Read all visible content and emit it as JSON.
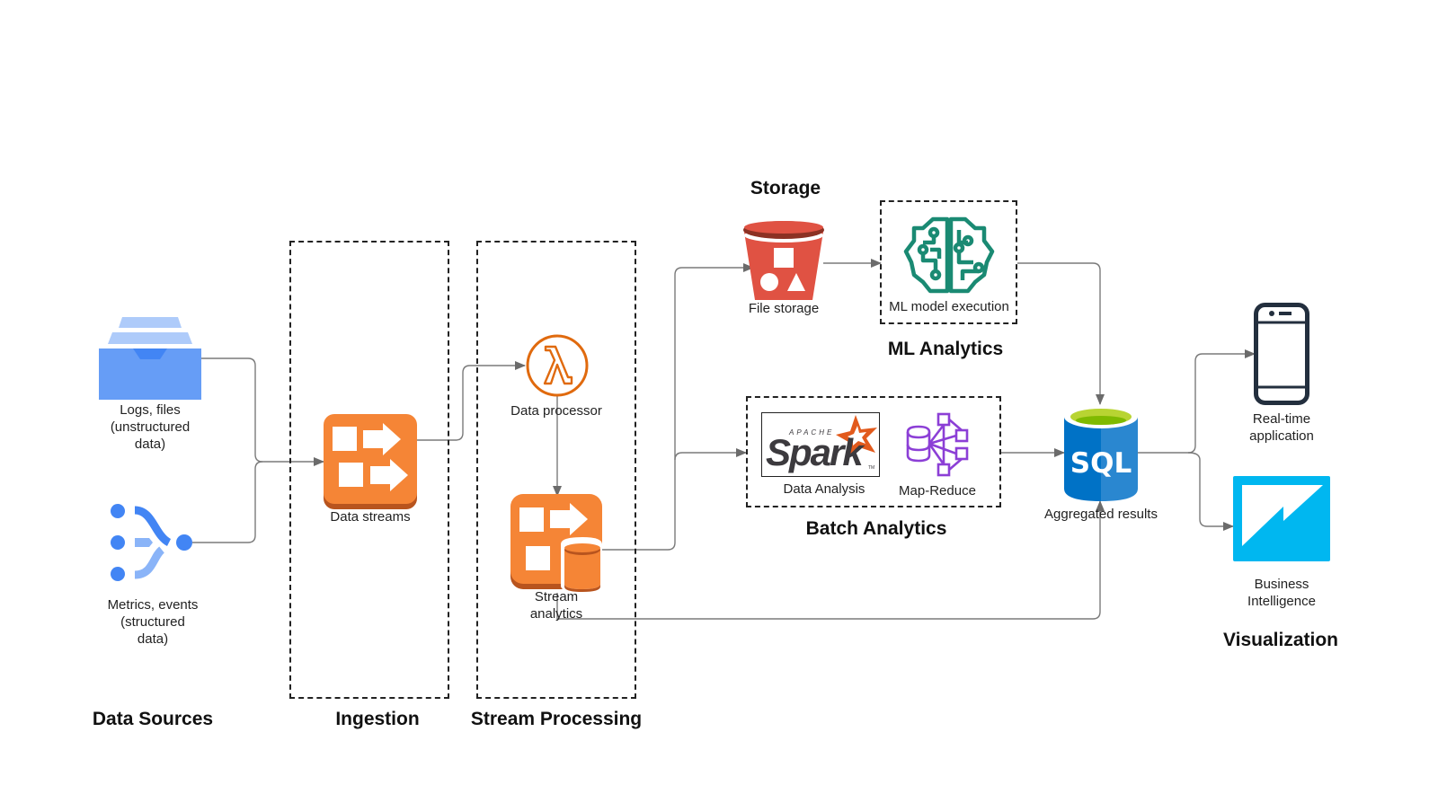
{
  "diagram": {
    "sections": {
      "data_sources": "Data Sources",
      "ingestion": "Ingestion",
      "stream_processing": "Stream Processing",
      "storage": "Storage",
      "ml_analytics": "ML Analytics",
      "batch_analytics": "Batch Analytics",
      "visualization": "Visualization"
    },
    "nodes": {
      "logs": {
        "label_1": "Logs, files",
        "label_2": "(unstructured",
        "label_3": "data)",
        "icon": "inbox-tray-icon"
      },
      "metrics": {
        "label_1": "Metrics, events",
        "label_2": "(structured",
        "label_3": "data)",
        "icon": "merge-flow-icon"
      },
      "data_streams": {
        "label": "Data streams",
        "icon": "kinesis-streams-icon"
      },
      "data_processor": {
        "label": "Data processor",
        "icon": "lambda-icon"
      },
      "stream_analytics": {
        "label_1": "Stream",
        "label_2": "analytics",
        "icon": "kinesis-analytics-icon"
      },
      "file_storage": {
        "label": "File storage",
        "icon": "s3-bucket-icon"
      },
      "ml_model": {
        "label": "ML model execution",
        "icon": "ml-brain-icon"
      },
      "spark": {
        "label": "Data Analysis",
        "logo_small": "APACHE",
        "logo_big": "Spark",
        "logo_tm": "TM",
        "icon": "apache-spark-logo"
      },
      "map_reduce": {
        "label": "Map-Reduce",
        "icon": "map-reduce-icon"
      },
      "sql": {
        "label": "Aggregated results",
        "glyph": "SQL",
        "icon": "sql-database-icon"
      },
      "realtime_app": {
        "label_1": "Real-time",
        "label_2": "application",
        "icon": "mobile-phone-icon"
      },
      "bi": {
        "label_1": "Business",
        "label_2": "Intelligence",
        "icon": "power-bi-icon"
      }
    },
    "edges": [
      {
        "from": "logs",
        "to": "data_streams"
      },
      {
        "from": "metrics",
        "to": "data_streams"
      },
      {
        "from": "data_streams",
        "to": "data_processor"
      },
      {
        "from": "data_processor",
        "to": "stream_analytics"
      },
      {
        "from": "stream_analytics",
        "to": "file_storage"
      },
      {
        "from": "stream_analytics",
        "to": "batch_analytics"
      },
      {
        "from": "stream_analytics",
        "to": "sql"
      },
      {
        "from": "file_storage",
        "to": "ml_model"
      },
      {
        "from": "ml_model",
        "to": "sql"
      },
      {
        "from": "batch_analytics",
        "to": "sql"
      },
      {
        "from": "sql",
        "to": "realtime_app"
      },
      {
        "from": "sql",
        "to": "bi"
      }
    ],
    "colors": {
      "aws_orange": "#F58536",
      "lambda_orange": "#E06A0E",
      "s3_red": "#E05243",
      "ml_green": "#1A8A73",
      "gcp_blue": "#4285F4",
      "map_reduce_purple": "#8C3FD6",
      "sql_blue": "#0072C6",
      "sql_green": "#B8D432",
      "bi_cyan": "#00B7F0",
      "connector_gray": "#707070"
    }
  }
}
